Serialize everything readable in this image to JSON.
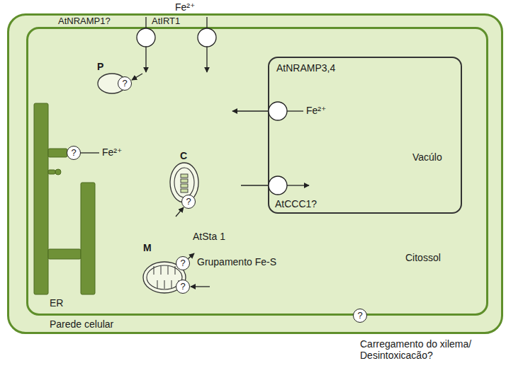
{
  "diagram": {
    "nodes": [
      {
        "text": [
          "Parede celular"
        ]
      },
      {
        "text": [
          "Citossol"
        ],
        "in": 0
      },
      {
        "text": [
          "P"
        ],
        "in": 1
      },
      {
        "text": [
          "?"
        ],
        "in": 2
      },
      {
        "text": [
          "ER"
        ],
        "in": 1
      },
      {
        "text": [
          "?"
        ],
        "in": 4
      },
      {
        "text": [
          "Vacúlo"
        ],
        "in": 1
      },
      {
        "text": [
          "C"
        ],
        "in": 1
      },
      {
        "text": [
          "?"
        ],
        "in": 7
      },
      {
        "text": [
          "M"
        ],
        "in": 1
      },
      {
        "text": [
          "?"
        ],
        "in": 9
      },
      {
        "text": [
          "?"
        ],
        "in": 9
      },
      {
        "text": [
          "?"
        ],
        "in": 1
      }
    ],
    "labels": [
      "Fe²⁺",
      "AtNRAMP1?",
      "AtIRT1",
      "AtNRAMP3,4",
      "Fe²⁺",
      "Fe²⁺",
      "AtCCC1?",
      "AtSta 1",
      "Grupamento Fe-S",
      "Carregamento do xilema/ Desintoxicacão?"
    ]
  }
}
